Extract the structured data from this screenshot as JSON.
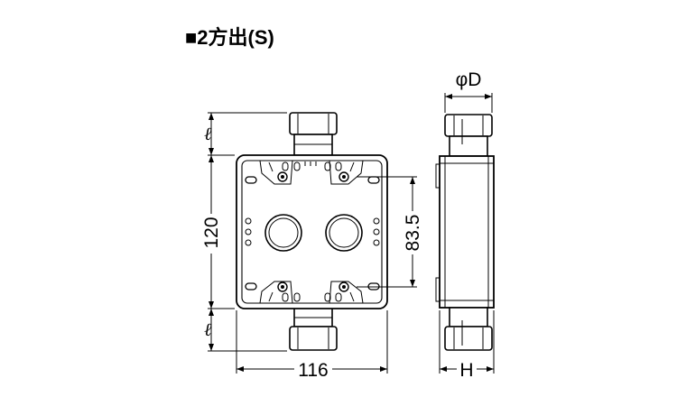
{
  "title": "■2方出(S)",
  "dimensions": {
    "length_top": "ℓ",
    "length_bottom": "ℓ",
    "height": "120",
    "width": "116",
    "hole_pitch": "83.5",
    "diameter": "φD",
    "depth": "H"
  }
}
